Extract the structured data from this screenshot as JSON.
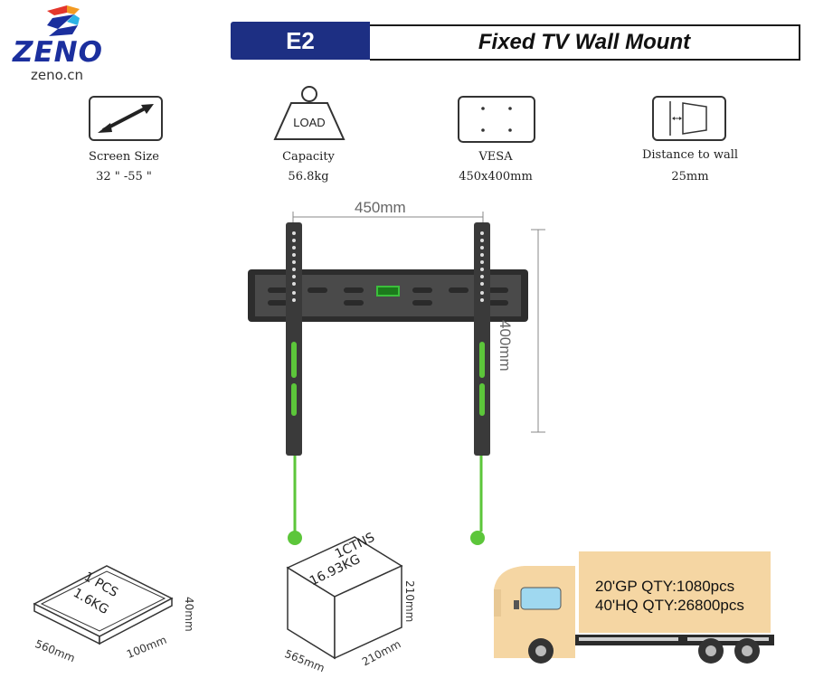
{
  "brand": {
    "name": "ZENO",
    "url": "zeno.cn"
  },
  "header": {
    "model": "E2",
    "title": "Fixed TV Wall Mount"
  },
  "specs": [
    {
      "icon": "diagonal-arrow-icon",
      "label": "Screen Size",
      "value": "32 \" -55 \""
    },
    {
      "icon": "load-weight-icon",
      "icon_text": "LOAD",
      "label": "Capacity",
      "value": "56.8kg"
    },
    {
      "icon": "vesa-holes-icon",
      "label": "VESA",
      "value": "450x400mm"
    },
    {
      "icon": "wall-distance-icon",
      "label": "Distance to wall",
      "value": "25mm"
    }
  ],
  "dimensions": {
    "width": "450mm",
    "height": "400mm"
  },
  "package": {
    "single": {
      "qty": "1 PCS",
      "weight": "1.6KG",
      "length": "560mm",
      "width": "100mm",
      "height": "40mm"
    },
    "carton": {
      "qty": "1CTNS",
      "weight": "16.93KG",
      "length": "565mm",
      "width": "210mm",
      "height": "210mm"
    }
  },
  "shipping": {
    "gp20": "20'GP QTY:1080pcs",
    "hq40": "40'HQ QTY:26800pcs"
  },
  "colors": {
    "brand_blue": "#1d2f83",
    "accent_green": "#5cc63a",
    "truck_cargo": "#f5d6a3"
  }
}
